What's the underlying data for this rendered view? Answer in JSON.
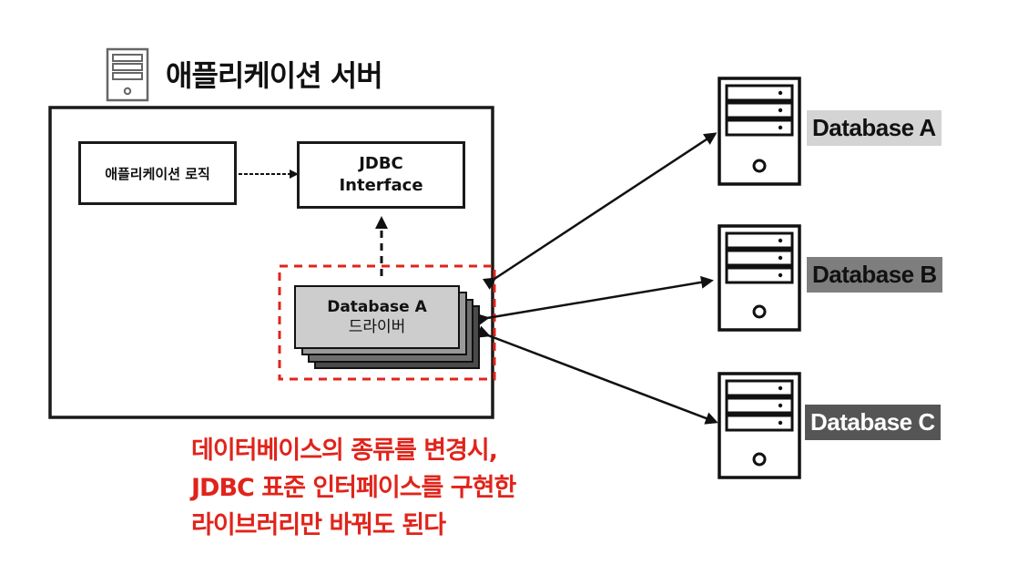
{
  "title": "애플리케이션 서버",
  "app_logic": "애플리케이션 로직",
  "jdbc_interface": [
    "JDBC",
    "Interface"
  ],
  "driver": [
    "Database A",
    "드라이버"
  ],
  "databases": [
    "Database A",
    "Database B",
    "Database C"
  ],
  "note_lines": [
    "데이터베이스의 종류를 변경시,",
    "JDBC 표준 인터페이스를 구현한",
    "라이브러리만 바꿔도 된다"
  ],
  "colors": {
    "note": "#e0241b",
    "dashed_border": "#e0241b",
    "db_a_label_bg": "#d4d4d4",
    "db_b_label_bg": "#7e7e7e",
    "db_c_label_bg": "#555555",
    "driver_front": "#cdcdcd"
  },
  "icons": [
    "server-icon"
  ]
}
